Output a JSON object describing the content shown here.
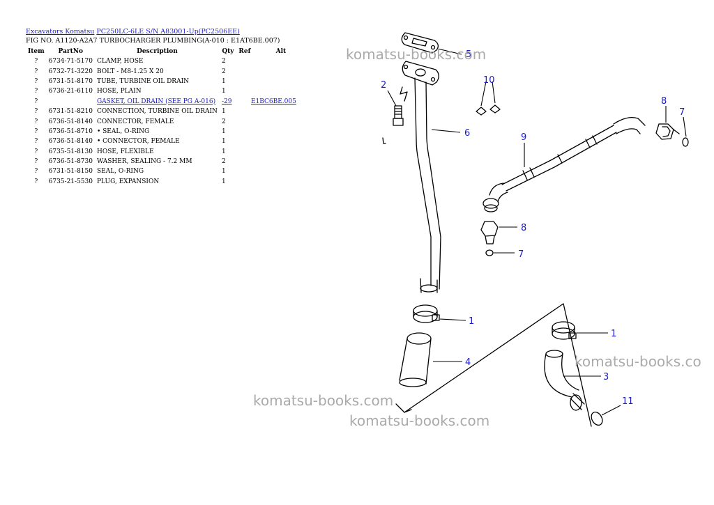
{
  "breadcrumb": {
    "part1": "Excavators Komatsu",
    "part2": "PC250LC-6LE S/N A83001-Up(PC2506EE)"
  },
  "figure_title": "FIG NO. A1120-A2A7 TURBOCHARGER PLUMBING(A-010 : E1AT6BE.007)",
  "table": {
    "headers": {
      "item": "Item",
      "part_no": "PartNo",
      "description": "Description",
      "qty": "Qty",
      "ref": "Ref",
      "alt": "Alt"
    },
    "rows": [
      {
        "item": "?",
        "part_no": "6734-71-5170",
        "description": "CLAMP, HOSE",
        "qty": "2",
        "ref": "",
        "alt": ""
      },
      {
        "item": "?",
        "part_no": "6732-71-3220",
        "description": "BOLT - M8-1.25 X 20",
        "qty": "2",
        "ref": "",
        "alt": ""
      },
      {
        "item": "?",
        "part_no": "6731-51-8170",
        "description": "TUBE, TURBINE OIL DRAIN",
        "qty": "1",
        "ref": "",
        "alt": ""
      },
      {
        "item": "?",
        "part_no": "6736-21-6110",
        "description": "HOSE, PLAIN",
        "qty": "1",
        "ref": "",
        "alt": ""
      },
      {
        "item": "?",
        "part_no": "",
        "description": "GASKET, OIL DRAIN (SEE PG A-016)",
        "qty": "-29",
        "ref": "E1BC6BE.005",
        "alt": ""
      },
      {
        "item": "?",
        "part_no": "6731-51-8210",
        "description": "CONNECTION, TURBINE OIL DRAIN",
        "qty": "1",
        "ref": "",
        "alt": ""
      },
      {
        "item": "?",
        "part_no": "6736-51-8140",
        "description": "CONNECTOR, FEMALE",
        "qty": "2",
        "ref": "",
        "alt": ""
      },
      {
        "item": "?",
        "part_no": "6736-51-8710",
        "description": "• SEAL, O-RING",
        "qty": "1",
        "ref": "",
        "alt": ""
      },
      {
        "item": "?",
        "part_no": "6736-51-8140",
        "description": "• CONNECTOR, FEMALE",
        "qty": "1",
        "ref": "",
        "alt": ""
      },
      {
        "item": "?",
        "part_no": "6735-51-8130",
        "description": "HOSE, FLEXIBLE",
        "qty": "1",
        "ref": "",
        "alt": ""
      },
      {
        "item": "?",
        "part_no": "6736-51-8730",
        "description": "WASHER, SEALING - 7.2 MM",
        "qty": "2",
        "ref": "",
        "alt": ""
      },
      {
        "item": "?",
        "part_no": "6731-51-8150",
        "description": "SEAL, O-RING",
        "qty": "1",
        "ref": "",
        "alt": ""
      },
      {
        "item": "?",
        "part_no": "6735-21-5530",
        "description": "PLUG, EXPANSION",
        "qty": "1",
        "ref": "",
        "alt": ""
      }
    ]
  },
  "diagram": {
    "callouts": {
      "c1a": "1",
      "c1b": "1",
      "c2": "2",
      "c3": "3",
      "c4": "4",
      "c5": "5",
      "c6": "6",
      "c7a": "7",
      "c7b": "7",
      "c8a": "8",
      "c8b": "8",
      "c9": "9",
      "c10": "10",
      "c11": "11"
    },
    "watermarks": [
      "komatsu-books.com",
      "komatsu-books.com",
      "komatsu-books.com",
      "komatsu-books.co"
    ]
  },
  "colors": {
    "link": "#1a1acc",
    "callout": "#1a1acc",
    "watermark": "#aaaaaa"
  }
}
